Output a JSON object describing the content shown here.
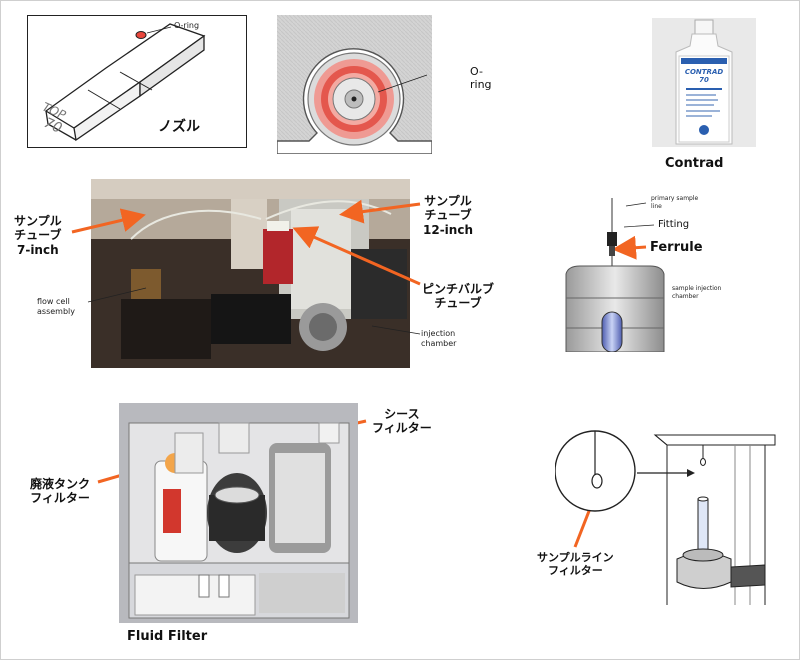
{
  "nozzle": {
    "oring": "O-ring",
    "label": "ノズル",
    "side_text": "TOP",
    "side_num": "70"
  },
  "oring_closeup": {
    "label": "O-ring"
  },
  "contrad": {
    "label": "Contrad",
    "bottle_text": "CONTRAD 70"
  },
  "instrument": {
    "tube7": [
      "サンプル",
      "チューブ",
      "7-inch"
    ],
    "tube12": [
      "サンプル",
      "チューブ",
      "12-inch"
    ],
    "pinch": [
      "ピンチバルブ",
      "チューブ"
    ],
    "flow_cell": [
      "flow cell",
      "assembly"
    ],
    "injection": [
      "injection",
      "chamber"
    ]
  },
  "injection_diagram": {
    "primary": [
      "primary sample",
      "line"
    ],
    "fitting": "Fitting",
    "ferrule": "Ferrule",
    "chamber": [
      "sample injection",
      "chamber"
    ]
  },
  "fluidics": {
    "sheath": [
      "シース",
      "フィルター"
    ],
    "waste": [
      "廃液タンク",
      "フィルター"
    ],
    "fluid_filter": "Fluid Filter"
  },
  "sample_line": {
    "label": [
      "サンプルライン",
      "フィルター"
    ]
  },
  "colors": {
    "arrow": "#f26522",
    "oring": "#e8463c"
  }
}
